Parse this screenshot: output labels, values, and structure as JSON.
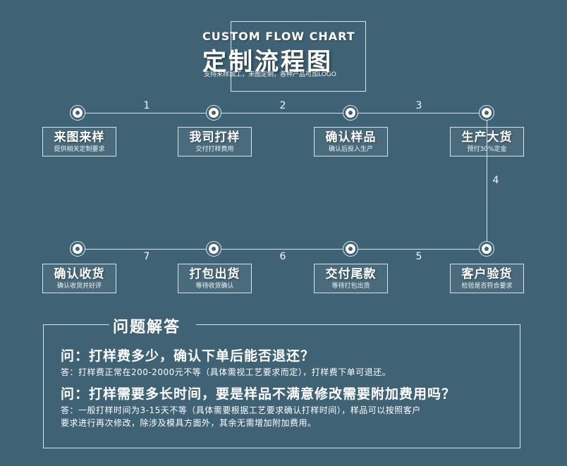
{
  "header": {
    "title_en": "CUSTOM FLOW CHART",
    "title_cn": "定制流程图",
    "subtitle": "支持来样加工，来图定制，各种产品可加LOGO"
  },
  "steps": [
    {
      "title": "来图来样",
      "subtitle": "提供相关定制要求"
    },
    {
      "title": "我司打样",
      "subtitle": "交付打样费用"
    },
    {
      "title": "确认样品",
      "subtitle": "确认后投入生产"
    },
    {
      "title": "生产大货",
      "subtitle": "预付30%定金"
    },
    {
      "title": "客户验货",
      "subtitle": "检验是否符合要求"
    },
    {
      "title": "交付尾款",
      "subtitle": "等待打包出货"
    },
    {
      "title": "打包出货",
      "subtitle": "等待收货确认"
    },
    {
      "title": "确认收货",
      "subtitle": "确认收货并好评"
    }
  ],
  "connectors": [
    "1",
    "2",
    "3",
    "4",
    "5",
    "6",
    "7"
  ],
  "faq": {
    "title": "问题解答",
    "items": [
      {
        "question": "问：打样费多少，确认下单后能否退还？",
        "answer": [
          "答：打样费正常在200-2000元不等（具体需视工艺要求而定），打样费下单可退还。"
        ]
      },
      {
        "question": "问：打样需要多长时间，要是样品不满意修改需要附加费用吗？",
        "answer": [
          "答：一般打样时间为3-15天不等（具体需要根据工艺要求确认打样时间），样品可以按照客户",
          "要求进行再次修改，除涉及模具方面外，其余无需增加附加费用。"
        ]
      }
    ]
  }
}
